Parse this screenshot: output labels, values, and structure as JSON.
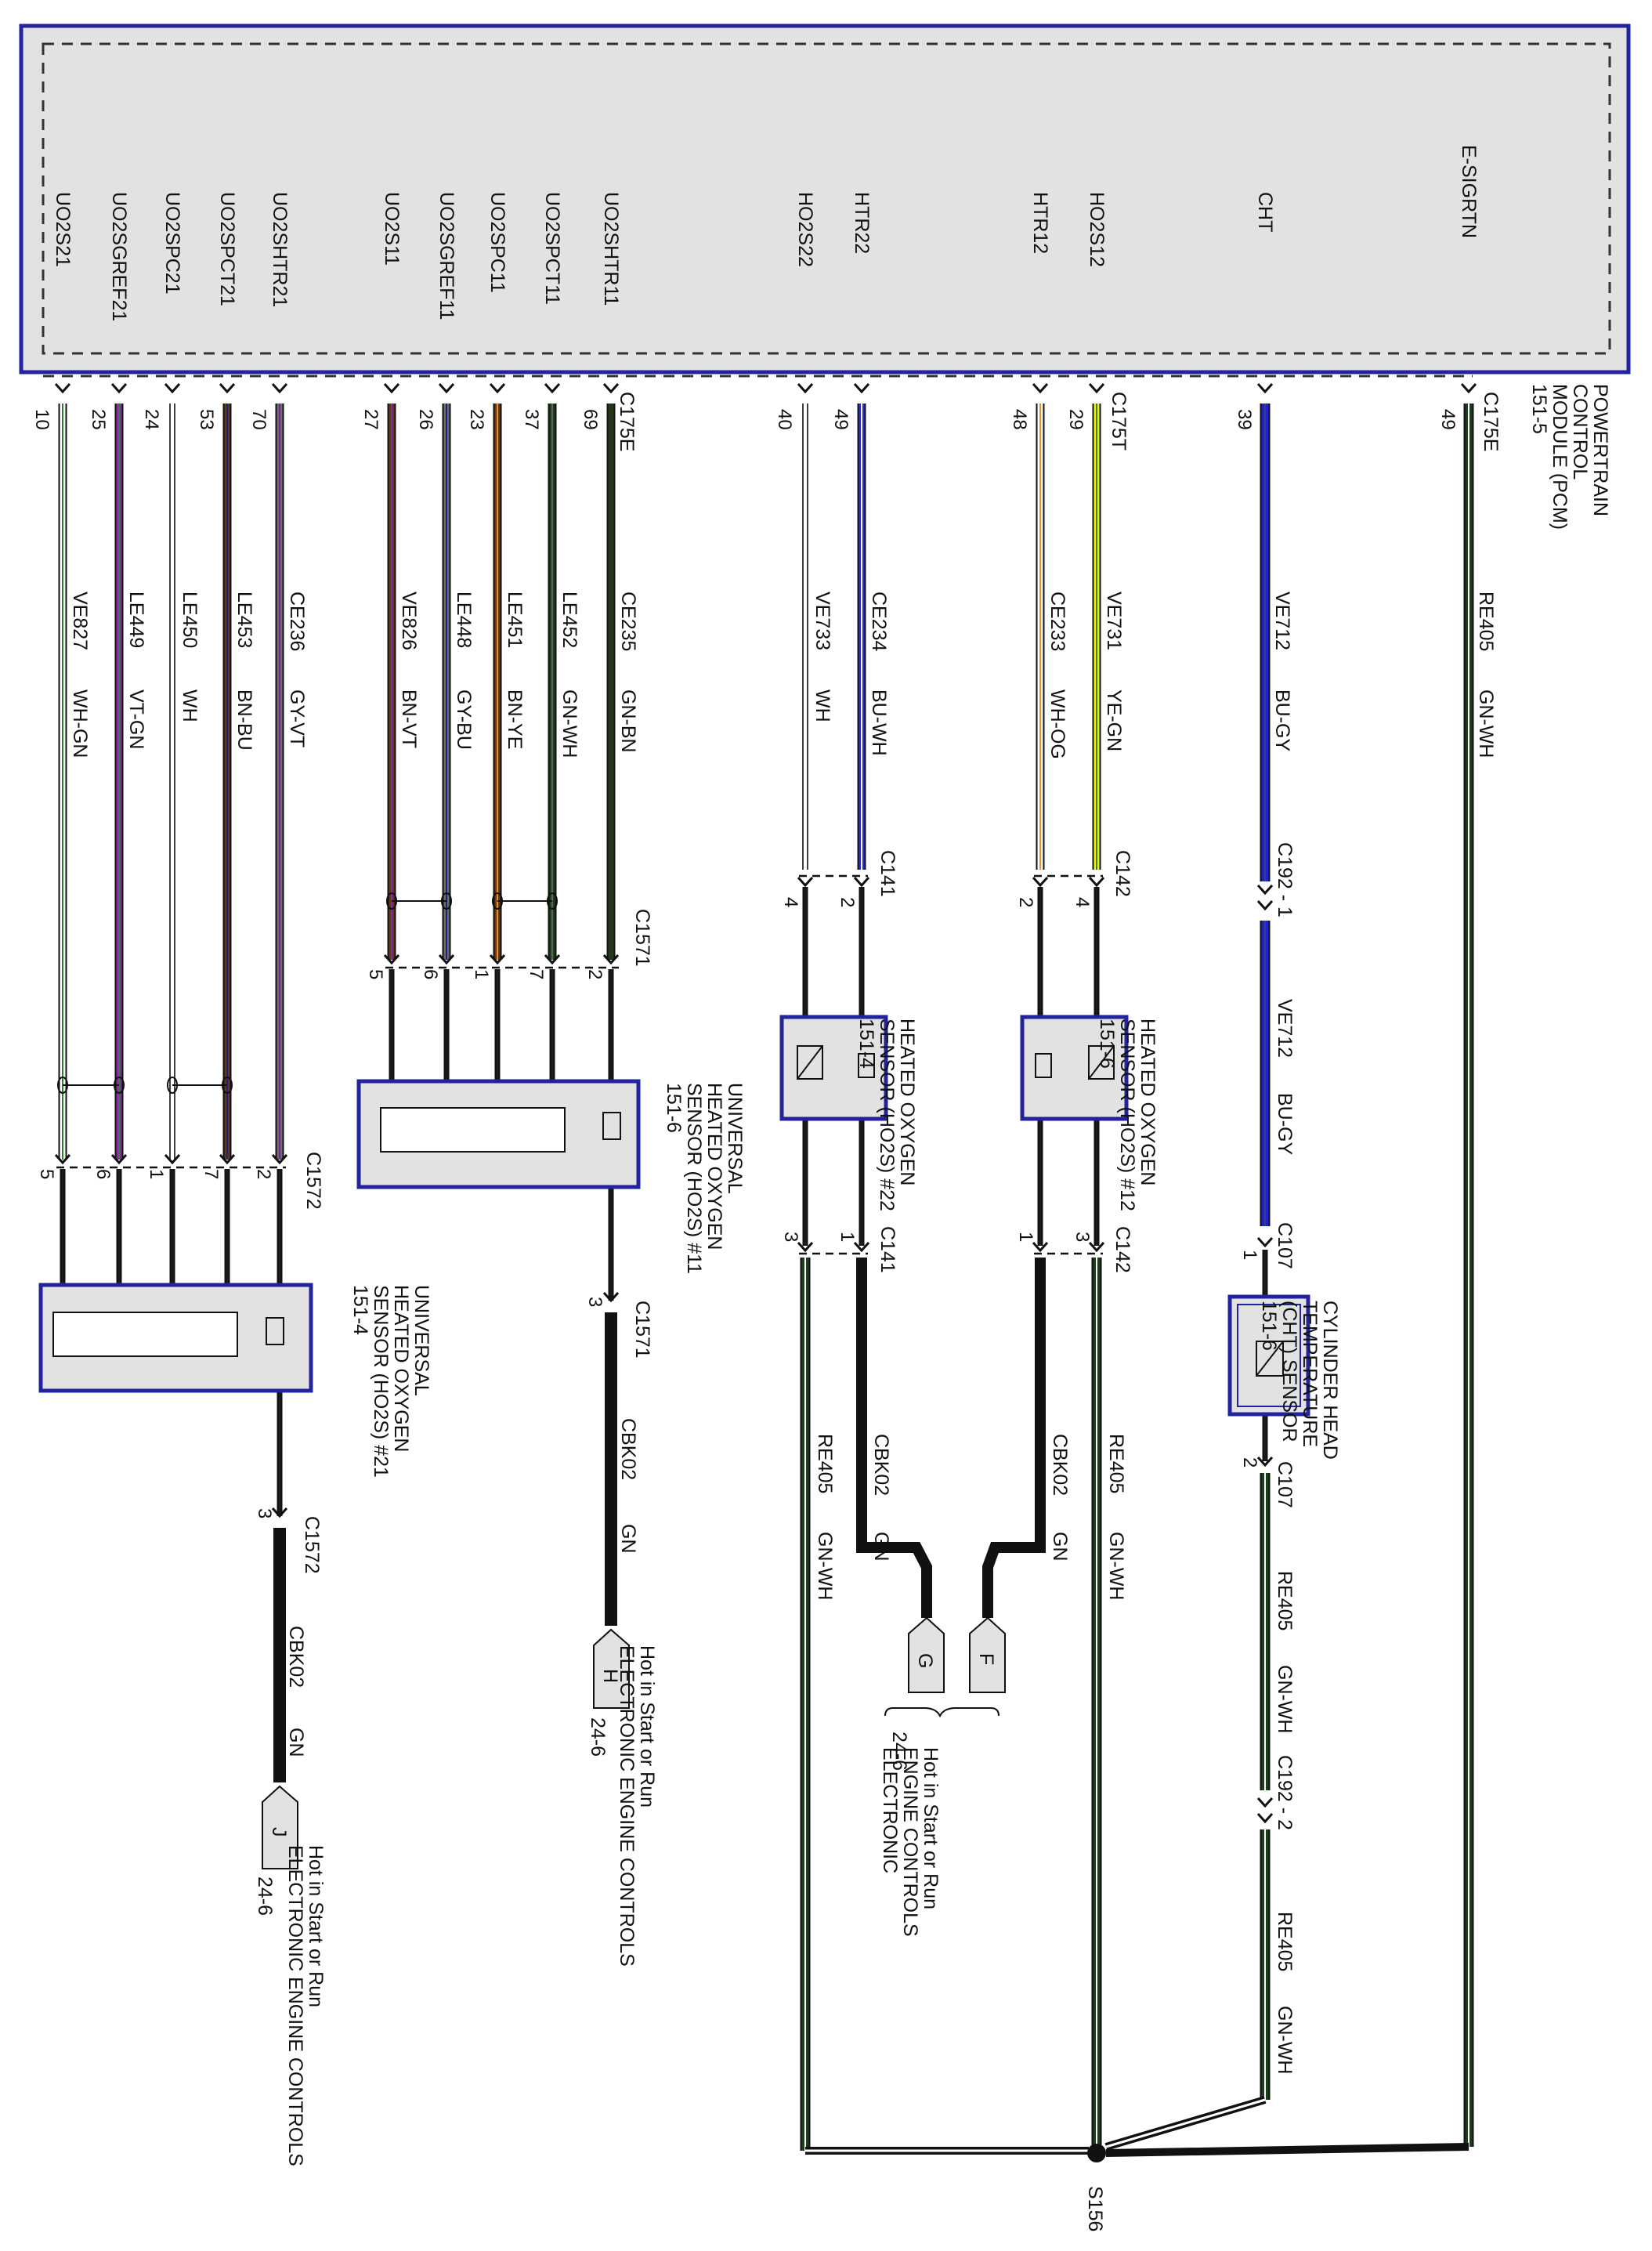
{
  "pcm": {
    "title_lines": [
      "POWERTRAIN",
      "CONTROL",
      "MODULE (PCM)",
      "151-5"
    ]
  },
  "circuits": [
    {
      "id": "c1",
      "pcm_label": "UO2S21",
      "pin": "10",
      "circuit": "VE827",
      "color_code": "WH-GN",
      "colors": [
        "#ffffff",
        "#2e7d32"
      ]
    },
    {
      "id": "c2",
      "pcm_label": "UO2SGREF21",
      "pin": "25",
      "circuit": "LE449",
      "color_code": "VT-GN",
      "colors": [
        "#8e24aa",
        "#2e7d32"
      ]
    },
    {
      "id": "c3",
      "pcm_label": "UO2SPC21",
      "pin": "24",
      "circuit": "LE450",
      "color_code": "WH",
      "colors": [
        "#ffffff"
      ]
    },
    {
      "id": "c4",
      "pcm_label": "UO2SPCT21",
      "pin": "53",
      "circuit": "LE453",
      "color_code": "BN-BU",
      "colors": [
        "#5d3a1a",
        "#1a237e"
      ]
    },
    {
      "id": "c5",
      "pcm_label": "UO2SHTR21",
      "pin": "70",
      "circuit": "CE236",
      "color_code": "GY-VT",
      "colors": [
        "#6d6d6d",
        "#7b1fa2"
      ]
    },
    {
      "id": "c6",
      "pcm_label": "UO2S11",
      "pin": "27",
      "circuit": "VE826",
      "color_code": "BN-VT",
      "colors": [
        "#5d3a1a",
        "#8e24aa"
      ]
    },
    {
      "id": "c7",
      "pcm_label": "UO2SGREF11",
      "pin": "26",
      "circuit": "LE448",
      "color_code": "GY-BU",
      "colors": [
        "#6d6d6d",
        "#1a237e"
      ]
    },
    {
      "id": "c8",
      "pcm_label": "UO2SPC11",
      "pin": "23",
      "circuit": "LE451",
      "color_code": "BN-YE",
      "colors": [
        "#5d3a1a",
        "#ef8c2a"
      ]
    },
    {
      "id": "c9",
      "pcm_label": "UO2SPCT11",
      "pin": "37",
      "circuit": "LE452",
      "color_code": "GN-WH",
      "colors": [
        "#1b3d1b",
        "#5a6b5a"
      ]
    },
    {
      "id": "c10",
      "pcm_label": "UO2SHTR11",
      "pin": "69",
      "circuit": "CE235",
      "color_code": "GN-BN",
      "colors": [
        "#1b3d1b",
        "#3b2a1a"
      ]
    },
    {
      "id": "c11",
      "pcm_label": "HO2S22",
      "pin": "40",
      "circuit": "VE733",
      "color_code": "WH",
      "colors": [
        "#ffffff"
      ]
    },
    {
      "id": "c12",
      "pcm_label": "HTR22",
      "pin": "49",
      "circuit": "CE234",
      "color_code": "BU-WH",
      "colors": [
        "#2a2ad8",
        "#ffffff"
      ]
    },
    {
      "id": "c13",
      "pcm_label": "HTR12",
      "pin": "48",
      "circuit": "CE233",
      "color_code": "WH-OG",
      "colors": [
        "#ffffff",
        "#ef8c2a"
      ]
    },
    {
      "id": "c14",
      "pcm_label": "HO2S12",
      "pin": "29",
      "circuit": "VE731",
      "color_code": "YE-GN",
      "colors": [
        "#f2f200",
        "#2e7d32"
      ]
    },
    {
      "id": "c15",
      "pcm_label": "CHT",
      "pin": "39",
      "circuit": "VE712",
      "color_code": "BU-GY",
      "colors": [
        "#2020d0",
        "#3a3a8a"
      ]
    },
    {
      "id": "c16",
      "pcm_label": "E-SIGRTN",
      "pin": "49",
      "circuit": "RE405",
      "color_code": "GN-WH",
      "colors": [
        "#1b3d1b",
        "#ffffff"
      ]
    }
  ],
  "connectors": {
    "pcm_top": "C175E",
    "pcm_mid": "C175T",
    "pcm_right": "C175E",
    "c1572": "C1572",
    "c1571": "C1571",
    "c141": "C141",
    "c142": "C142",
    "c192_1": "C192 - 1",
    "c192_2": "C192 - 2",
    "c107": "C107",
    "splice": "S156"
  },
  "components": {
    "uho2s21": [
      "UNIVERSAL",
      "HEATED OXYGEN",
      "SENSOR (HO2S) #21",
      "151-4"
    ],
    "uho2s11": [
      "UNIVERSAL",
      "HEATED OXYGEN",
      "SENSOR (HO2S) #11",
      "151-6"
    ],
    "ho2s22": [
      "HEATED OXYGEN",
      "SENSOR (HO2S) #22",
      "151-4"
    ],
    "ho2s12": [
      "HEATED OXYGEN",
      "SENSOR (HO2S) #12",
      "151-6"
    ],
    "cht": [
      "CYLINDER HEAD",
      "TEMPERATURE",
      "(CHT) SENSOR",
      "151-6"
    ]
  },
  "lower_circuits": {
    "cbk02": "CBK02",
    "gn": "GN",
    "re405": "RE405",
    "gnwh": "GN-WH",
    "ve712": "VE712",
    "bugy": "BU-GY"
  },
  "pins": {
    "c1572_top": [
      "5",
      "6",
      "1",
      "7",
      "2"
    ],
    "c1572_bottom": "3",
    "c1571_top": [
      "5",
      "6",
      "1",
      "7",
      "2"
    ],
    "c1571_bottom": "3",
    "c141_top": [
      "4",
      "2"
    ],
    "c141_bottom": [
      "3",
      "1"
    ],
    "c142_top": [
      "2",
      "4"
    ],
    "c142_bottom": [
      "1",
      "3"
    ],
    "c107_top": "1",
    "c107_bottom": "2"
  },
  "feeds": {
    "J": {
      "letter": "J",
      "page": "24-6",
      "lines": [
        "ELECTRONIC ENGINE CONTROLS",
        "Hot in Start or Run"
      ]
    },
    "H": {
      "letter": "H",
      "page": "24-6",
      "lines": [
        "ELECTRONIC ENGINE CONTROLS",
        "Hot in Start or Run"
      ]
    },
    "G": {
      "letter": "G"
    },
    "F": {
      "letter": "F"
    },
    "GF": {
      "page": "24-6",
      "lines": [
        "ELECTRONIC",
        "ENGINE CONTROLS",
        "Hot in Start or Run"
      ]
    }
  }
}
